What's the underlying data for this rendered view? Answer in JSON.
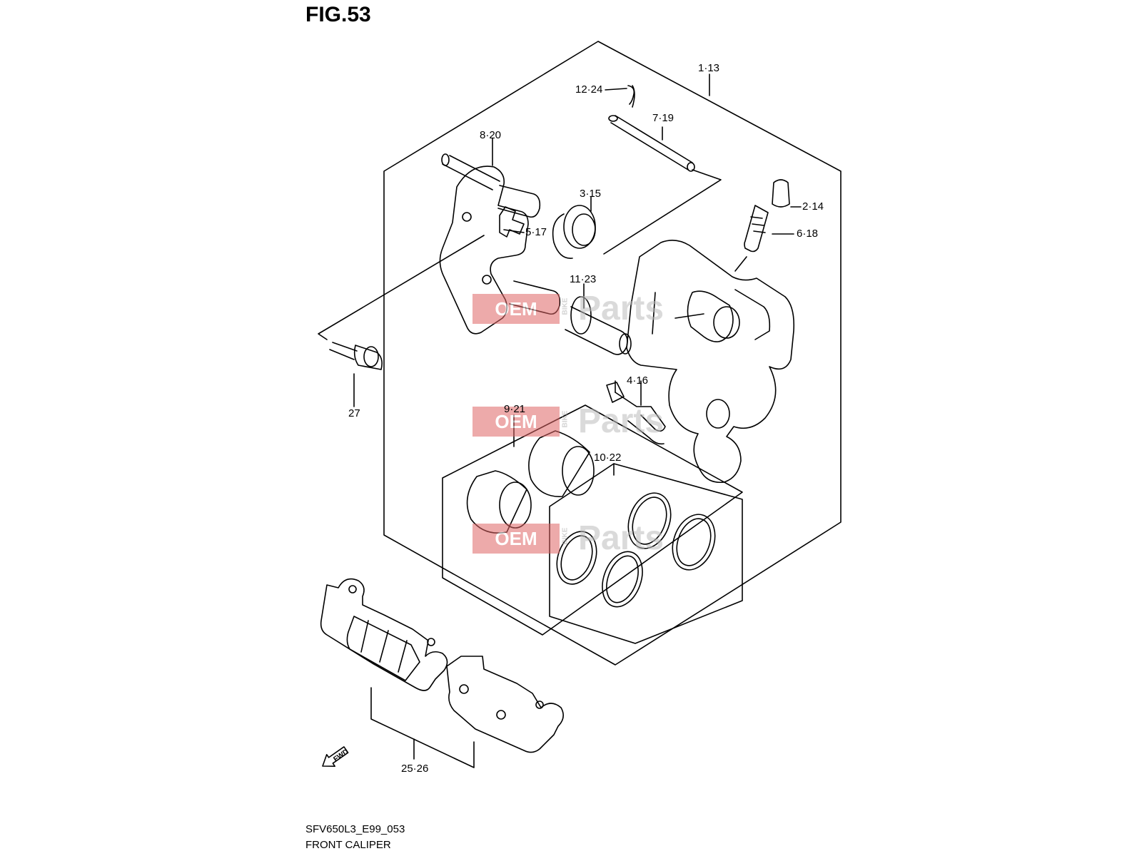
{
  "figure": {
    "title": "FIG.53",
    "code": "SFV650L3_E99_053",
    "name": "FRONT CALIPER"
  },
  "callouts": {
    "c1_13": "1·13",
    "c12_24": "12·24",
    "c7_19": "7·19",
    "c8_20": "8·20",
    "c3_15": "3·15",
    "c2_14": "2·14",
    "c5_17": "5·17",
    "c6_18": "6·18",
    "c11_23": "11·23",
    "c4_16": "4·16",
    "c27": "27",
    "c9_21": "9·21",
    "c10_22": "10·22",
    "c25_26": "25·26"
  },
  "fwd_label": "FWD",
  "watermark": {
    "brand": "OEM",
    "vertical": "BIKE",
    "suffix": "Parts"
  }
}
